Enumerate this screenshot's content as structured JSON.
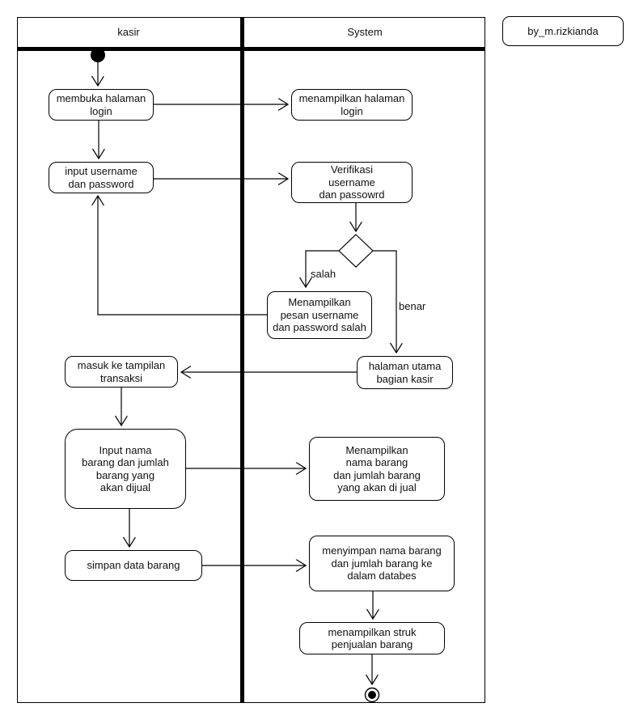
{
  "credit": {
    "label": "by_m.rizkianda"
  },
  "lanes": {
    "left": "kasir",
    "right": "System"
  },
  "nodes": {
    "membuka_halaman_login": "membuka halaman\nlogin",
    "menampilkan_halaman_login": "menampilkan halaman\nlogin",
    "input_username": "input username\ndan password",
    "verifikasi": "Verifikasi\nusername\ndan passowrd",
    "pesan_salah": "Menampilkan\npesan username\ndan password salah",
    "halaman_utama": "halaman utama\nbagian kasir",
    "masuk_transaksi": "masuk ke tampilan\ntransaksi",
    "input_nama_barang": "Input nama\nbarang dan jumlah\nbarang yang\nakan dijual",
    "menampilkan_nama_barang": "Menampilkan\nnama barang\ndan jumlah barang\nyang akan di jual",
    "simpan_data_barang": "simpan data barang",
    "menyimpan_barang": "menyimpan nama barang\ndan jumlah barang ke\ndalam databes",
    "menampilkan_struk": "menampilkan struk\npenjualan barang"
  },
  "edge_labels": {
    "salah": "salah",
    "benar": "benar"
  },
  "colors": {
    "line": "#000000",
    "background": "#ffffff"
  }
}
